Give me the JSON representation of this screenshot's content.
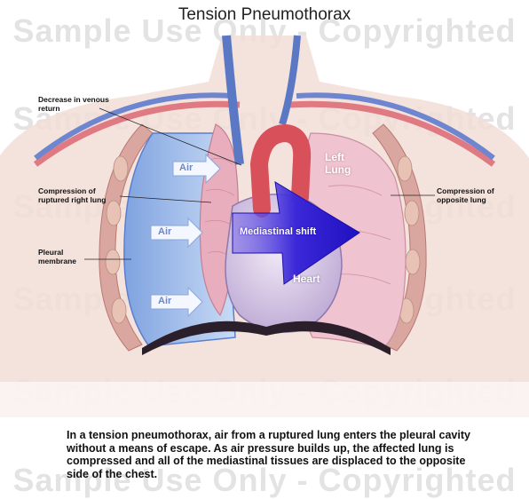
{
  "title": "Tension Pneumothorax",
  "watermark": "Sample Use Only - Copyrighted",
  "labels": {
    "decrease_venous_return": "Decrease in venous return",
    "compression_right_lung": "Compression of ruptured right lung",
    "pleural_membrane": "Pleural membrane",
    "compression_opposite_lung": "Compression of opposite lung",
    "left_lung": "Left Lung",
    "heart": "Heart",
    "mediastinal_shift": "Mediastinal shift",
    "air": "Air"
  },
  "caption": "In a tension pneumothorax, air from a ruptured lung enters the pleural cavity without a means of escape. As air pressure builds up, the affected lung is compressed and all of the mediastinal tissues are displaced to the opposite side of the chest.",
  "colors": {
    "skin": "#f2ddd6",
    "air_space": "#a9c5ee",
    "lung": "#eebccb",
    "vessel_blue": "#5b78c4",
    "aorta_red": "#d8505a",
    "heart": "#ddd0ea",
    "shift_arrow": "#3a27d2",
    "diaphragm": "#2a1f2a"
  }
}
